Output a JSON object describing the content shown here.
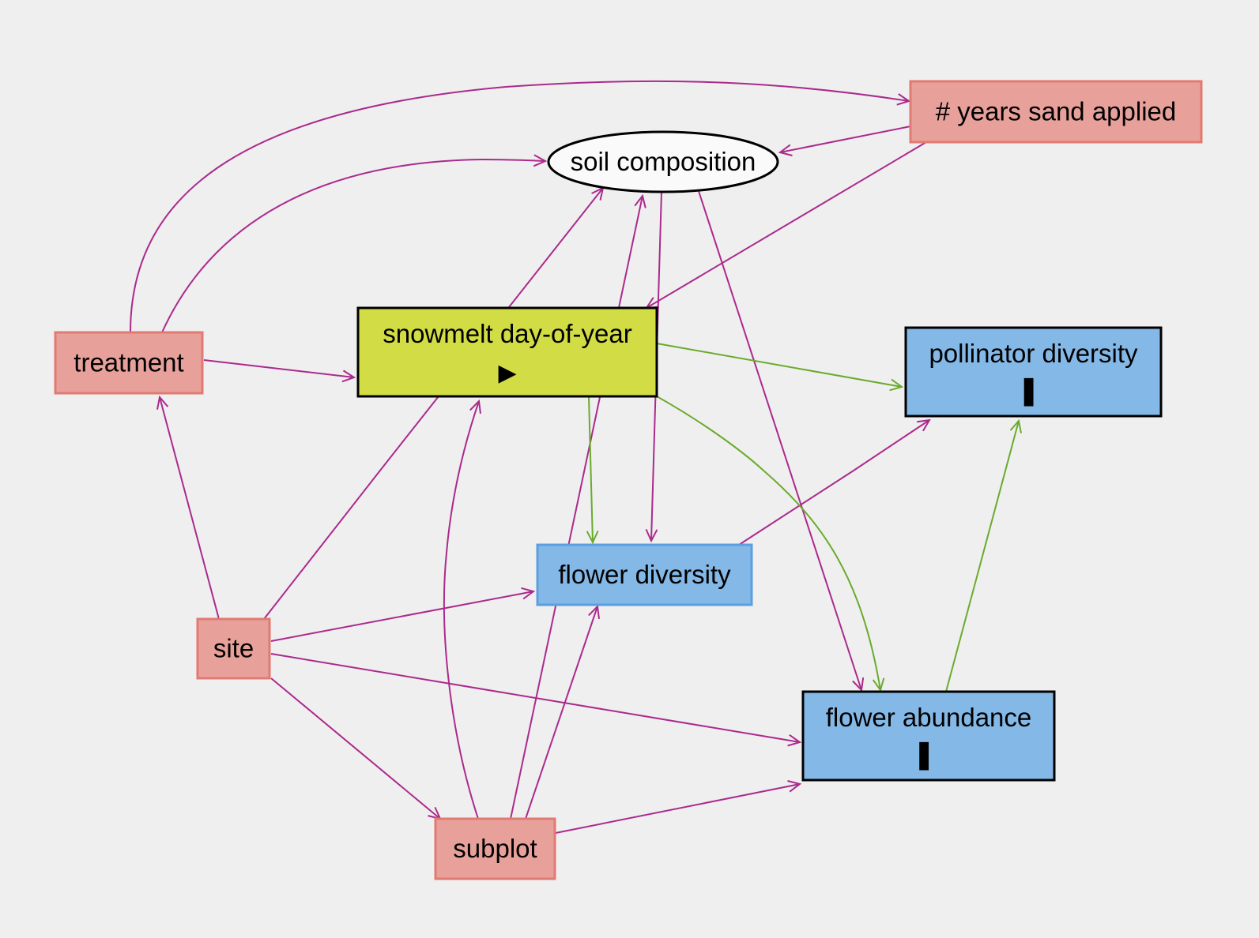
{
  "colors": {
    "background": "#efefef",
    "adjusted_fill": "#e8a19a",
    "adjusted_stroke": "#e07a72",
    "exposure_fill": "#d2dc44",
    "outcome_fill": "#84b8e6",
    "outcome_stroke_thin": "#5c9fde",
    "latent_fill": "#fafafa",
    "dark_stroke": "#000000",
    "causal_edge": "#ab2a8c",
    "exposure_edge": "#6aab2c"
  },
  "nodes": {
    "years_sand": {
      "label": "# years sand applied",
      "marker": ""
    },
    "soil": {
      "label": "soil composition",
      "marker": ""
    },
    "treatment": {
      "label": "treatment",
      "marker": ""
    },
    "snowmelt": {
      "label": "snowmelt day-of-year",
      "marker": "▶"
    },
    "pollinator": {
      "label": "pollinator diversity",
      "marker": "▌"
    },
    "flower_div": {
      "label": "flower diversity",
      "marker": ""
    },
    "site": {
      "label": "site",
      "marker": ""
    },
    "flower_ab": {
      "label": "flower abundance",
      "marker": "▌"
    },
    "subplot": {
      "label": "subplot",
      "marker": ""
    }
  },
  "edges": [
    {
      "from": "treatment",
      "to": "years_sand",
      "kind": "causal"
    },
    {
      "from": "treatment",
      "to": "soil",
      "kind": "causal"
    },
    {
      "from": "treatment",
      "to": "snowmelt",
      "kind": "causal"
    },
    {
      "from": "years_sand",
      "to": "soil",
      "kind": "causal"
    },
    {
      "from": "years_sand",
      "to": "snowmelt",
      "kind": "causal"
    },
    {
      "from": "soil",
      "to": "flower_div",
      "kind": "causal"
    },
    {
      "from": "soil",
      "to": "flower_ab",
      "kind": "causal"
    },
    {
      "from": "site",
      "to": "treatment",
      "kind": "causal"
    },
    {
      "from": "site",
      "to": "soil",
      "kind": "causal"
    },
    {
      "from": "site",
      "to": "flower_div",
      "kind": "causal"
    },
    {
      "from": "site",
      "to": "flower_ab",
      "kind": "causal"
    },
    {
      "from": "site",
      "to": "subplot",
      "kind": "causal"
    },
    {
      "from": "subplot",
      "to": "snowmelt",
      "kind": "causal"
    },
    {
      "from": "subplot",
      "to": "soil",
      "kind": "causal"
    },
    {
      "from": "subplot",
      "to": "flower_div",
      "kind": "causal"
    },
    {
      "from": "subplot",
      "to": "flower_ab",
      "kind": "causal"
    },
    {
      "from": "flower_div",
      "to": "pollinator",
      "kind": "causal"
    },
    {
      "from": "snowmelt",
      "to": "pollinator",
      "kind": "exposure"
    },
    {
      "from": "snowmelt",
      "to": "flower_div",
      "kind": "exposure"
    },
    {
      "from": "snowmelt",
      "to": "flower_ab",
      "kind": "exposure"
    },
    {
      "from": "flower_ab",
      "to": "pollinator",
      "kind": "exposure"
    }
  ]
}
